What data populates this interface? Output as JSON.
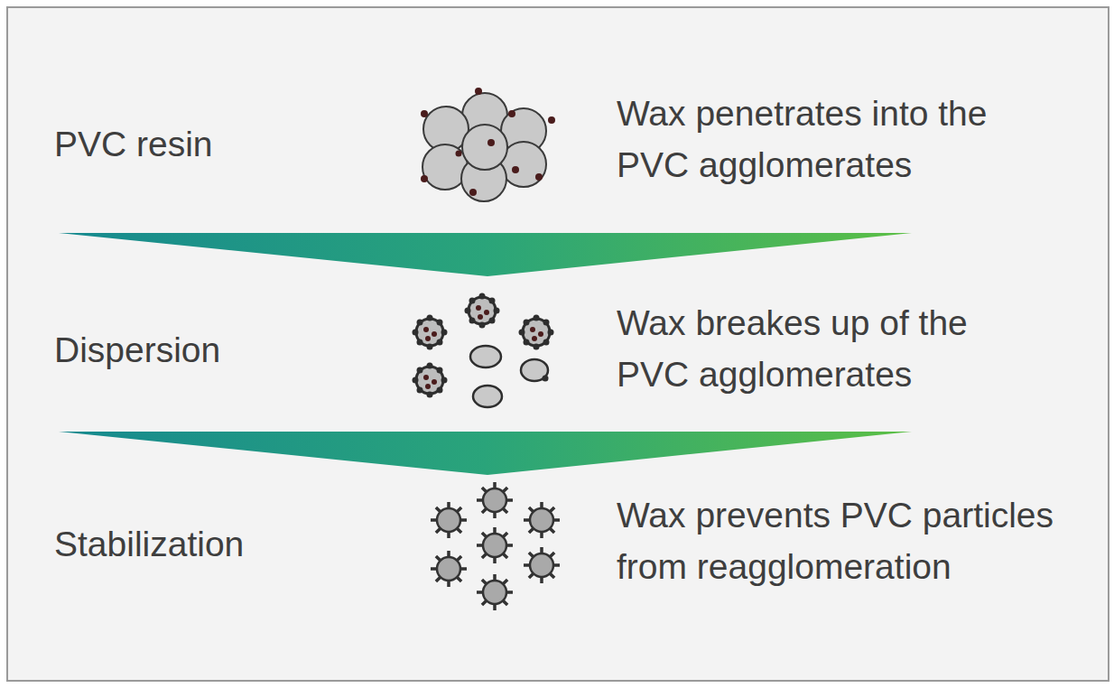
{
  "diagram": {
    "labels": [
      "PVC resin",
      "Wax penetrates into the PVC agglomerates",
      "Dispersion",
      "Wax breakes up of the PVC agglomerates",
      "Stabilization",
      "Wax prevents PVC particles from reagglomeration"
    ]
  }
}
